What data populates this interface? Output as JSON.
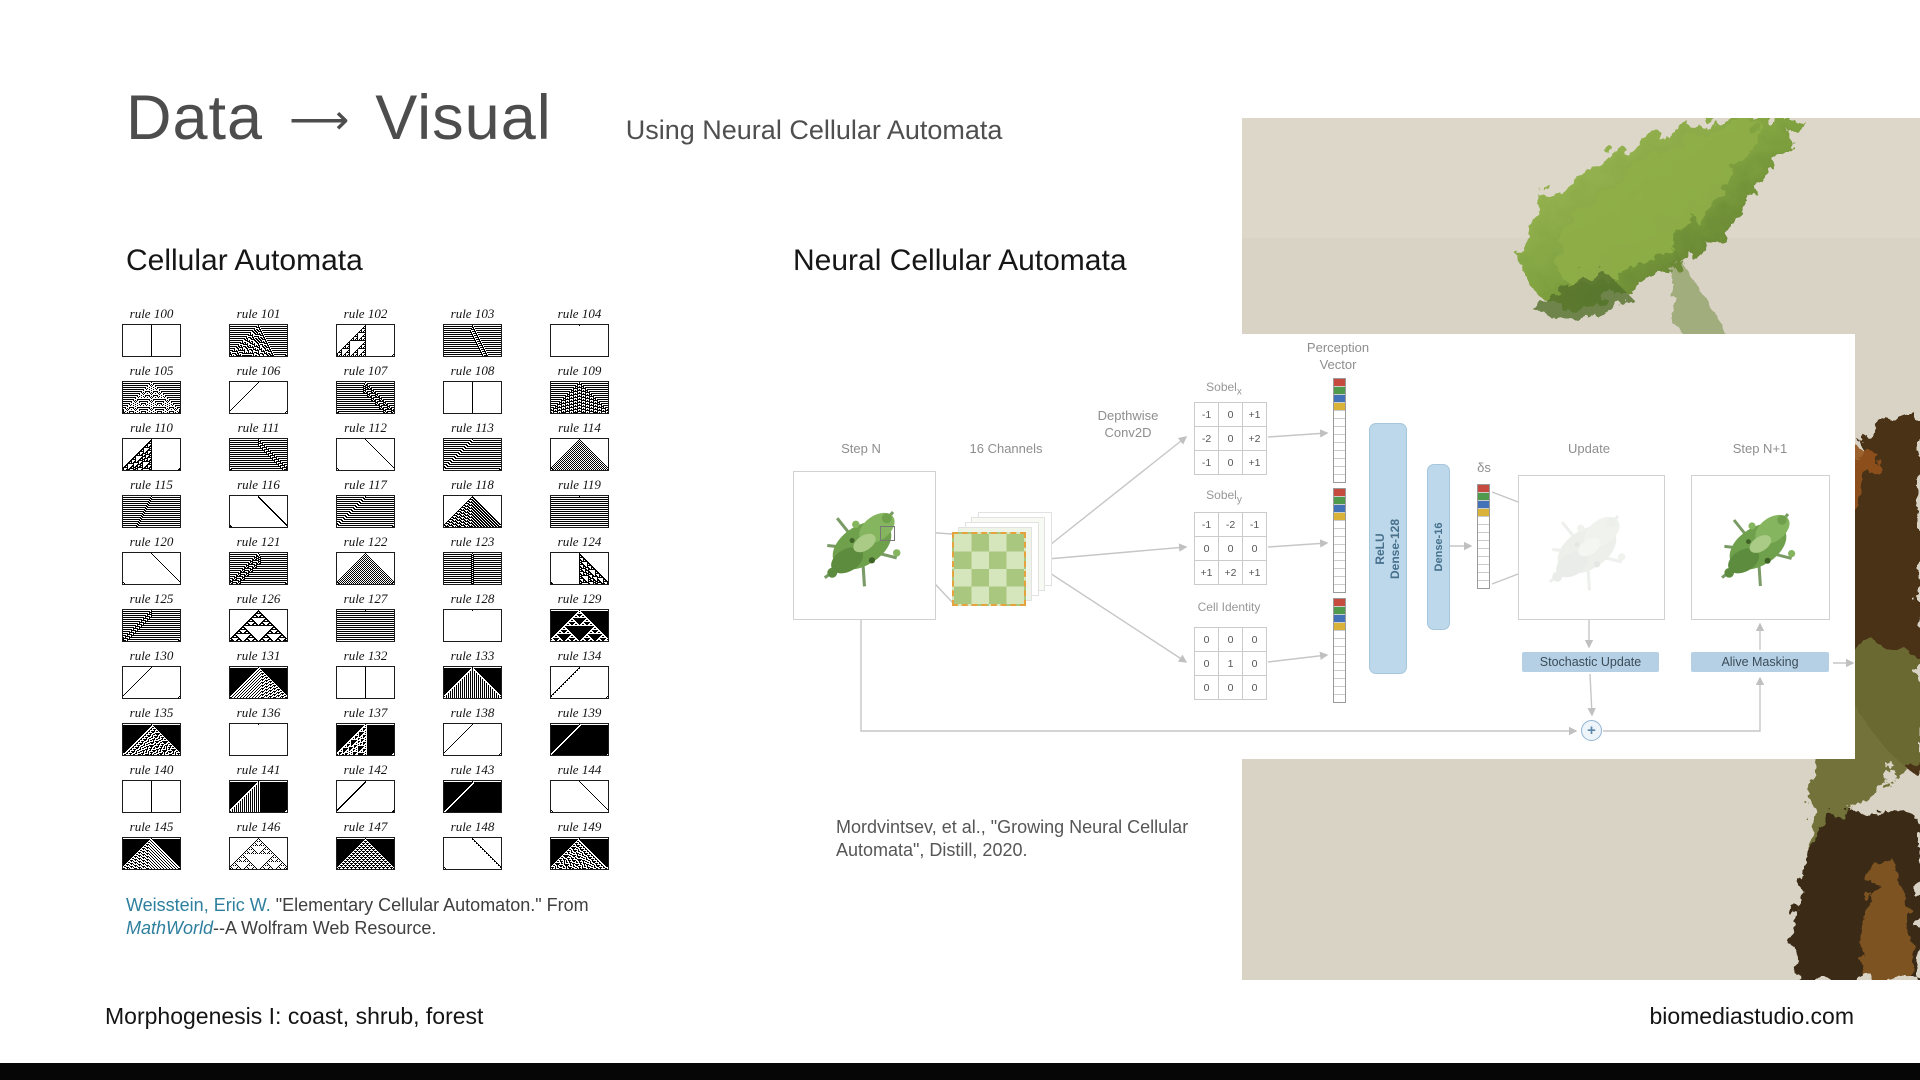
{
  "header": {
    "title_left": "Data",
    "arrow": "⟶",
    "title_right": "Visual",
    "subtitle": "Using Neural Cellular Automata"
  },
  "ca": {
    "heading": "Cellular Automata",
    "rule_prefix": "rule",
    "rules": [
      100,
      101,
      102,
      103,
      104,
      105,
      106,
      107,
      108,
      109,
      110,
      111,
      112,
      113,
      114,
      115,
      116,
      117,
      118,
      119,
      120,
      121,
      122,
      123,
      124,
      125,
      126,
      127,
      128,
      129,
      130,
      131,
      132,
      133,
      134,
      135,
      136,
      137,
      138,
      139,
      140,
      141,
      142,
      143,
      144,
      145,
      146,
      147,
      148,
      149
    ],
    "citation": {
      "link1": "Weisstein, Eric W.",
      "mid": " \"Elementary Cellular Automaton.\" From ",
      "link2": "MathWorld",
      "tail": "--A Wolfram Web Resource."
    }
  },
  "nca": {
    "heading": "Neural Cellular Automata",
    "step_n": "Step N",
    "channels": "16 Channels",
    "conv_line1": "Depthwise",
    "conv_line2": "Conv2D",
    "sobel": "Sobel",
    "sobel_x_sub": "x",
    "sobel_y_sub": "y",
    "cell_identity": "Cell Identity",
    "perception_line1": "Perception",
    "perception_line2": "Vector",
    "relu": "ReLU",
    "dense128": "Dense-128",
    "dense16": "Dense-16",
    "delta_s": "δs",
    "update": "Update",
    "step_n1": "Step N+1",
    "stochastic_update": "Stochastic Update",
    "alive_masking": "Alive Masking",
    "plus": "+",
    "matrices": {
      "sobel_x": [
        [
          "-1",
          "0",
          "+1"
        ],
        [
          "-2",
          "0",
          "+2"
        ],
        [
          "-1",
          "0",
          "+1"
        ]
      ],
      "sobel_y": [
        [
          "-1",
          "-2",
          "-1"
        ],
        [
          "0",
          "0",
          "0"
        ],
        [
          "+1",
          "+2",
          "+1"
        ]
      ],
      "cell_identity": [
        [
          "0",
          "0",
          "0"
        ],
        [
          "0",
          "1",
          "0"
        ],
        [
          "0",
          "0",
          "0"
        ]
      ]
    },
    "vector_colors": [
      "#c64a3e",
      "#4f9a4c",
      "#4472b8",
      "#d9b23a"
    ],
    "citation_line1": "Mordvintsev, et al., \"Growing Neural Cellular",
    "citation_line2": "Automata\", Distill, 2020."
  },
  "footer": {
    "left": "Morphogenesis I: coast, shrub, forest",
    "right": "biomediastudio.com"
  }
}
